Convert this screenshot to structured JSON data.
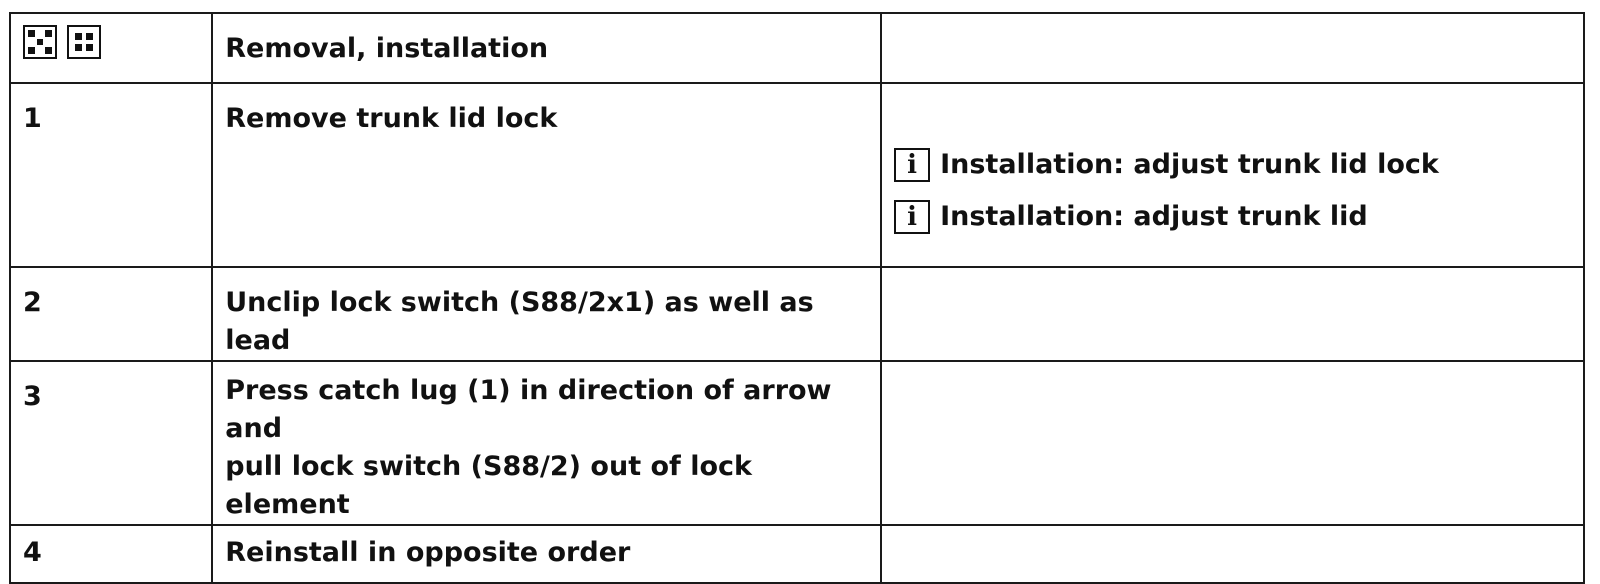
{
  "header": {
    "icons": [
      "disassemble-icon",
      "assemble-icon"
    ],
    "title": "Removal, installation",
    "notes": ""
  },
  "steps": [
    {
      "number": "1",
      "text": "Remove trunk lid lock",
      "notes": [
        {
          "icon": "info-icon",
          "label": "Installation",
          "text": ": adjust trunk lid lock"
        },
        {
          "icon": "info-icon",
          "label": "Installation",
          "text": ": adjust trunk lid"
        }
      ]
    },
    {
      "number": "2",
      "text": "Unclip lock switch (S88/2x1) as well as lead"
    },
    {
      "number": "3",
      "text_line1": "Press catch lug (1) in direction of arrow and",
      "text_line2": "pull lock switch (S88/2) out of lock element"
    },
    {
      "number": "4",
      "text": "Reinstall in opposite order"
    }
  ],
  "info_glyph": "i"
}
